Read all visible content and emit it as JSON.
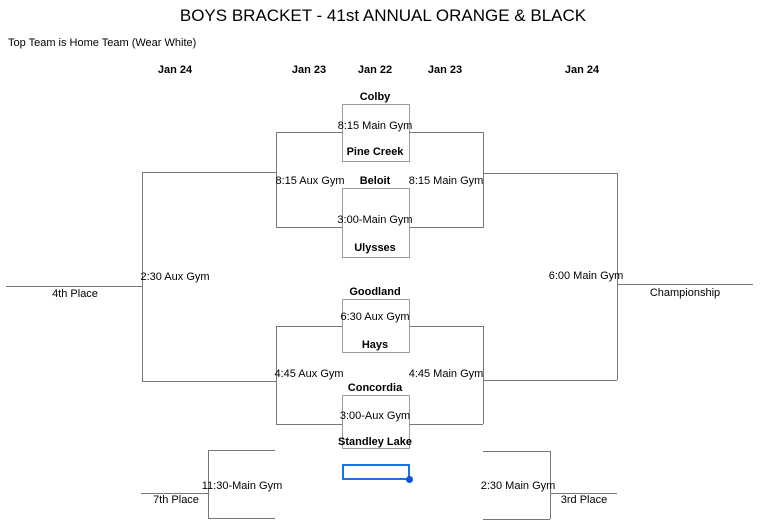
{
  "header": {
    "title": "BOYS BRACKET - 41st ANNUAL ORANGE & BLACK",
    "note": "Top Team is Home Team (Wear White)"
  },
  "date_headers": [
    "Jan 24",
    "Jan 23",
    "Jan 22",
    "Jan 23",
    "Jan 24"
  ],
  "bracket": {
    "quarterfinals": [
      {
        "home": "Colby",
        "time": "8:15 Main Gym",
        "away": "Pine Creek"
      },
      {
        "home": "Beloit",
        "time": "3:00-Main Gym",
        "away": "Ulysses"
      },
      {
        "home": "Goodland",
        "time": "6:30 Aux Gym",
        "away": "Hays"
      },
      {
        "home": "Concordia",
        "time": "3:00-Aux Gym",
        "away": "Standley Lake"
      }
    ],
    "semifinals": {
      "consolation_top": "8:15 Aux Gym",
      "winners_top": "8:15 Main Gym",
      "consolation_bottom": "4:45 Aux Gym",
      "winners_bottom": "4:45 Main Gym"
    },
    "finals": {
      "fourth_place_game": "2:30 Aux Gym",
      "championship_game": "6:00 Main Gym",
      "seventh_place_game": "11:30-Main Gym",
      "third_place_game": "2:30 Main Gym"
    },
    "place_labels": {
      "fourth": "4th Place",
      "championship": "Championship",
      "seventh": "7th Place",
      "third": "3rd Place"
    }
  },
  "colors": {
    "bracket_line": "#787878",
    "selection": "#1a73e8"
  }
}
